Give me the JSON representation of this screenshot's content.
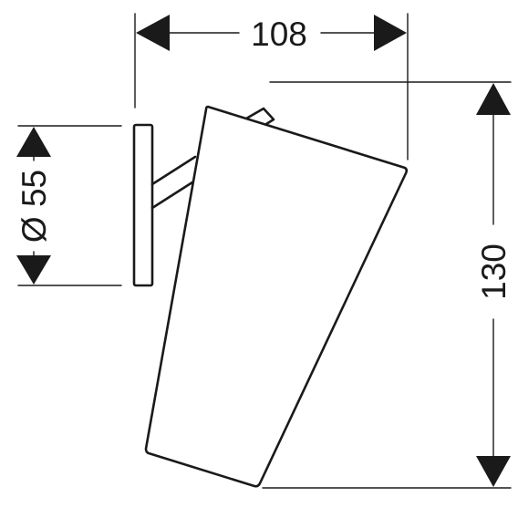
{
  "drawing": {
    "dimensions": {
      "width": "108",
      "height": "130",
      "diameter": "Ø 55"
    },
    "colors": {
      "ink": "#1a1a1a",
      "paper": "#ffffff"
    }
  }
}
